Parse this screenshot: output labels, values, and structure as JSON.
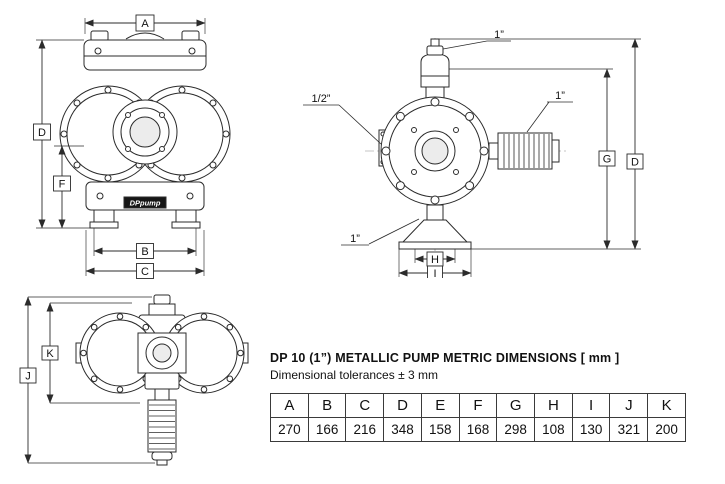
{
  "info": {
    "title": "DP 10 (1”) METALLIC PUMP METRIC DIMENSIONS [ mm ]",
    "subtitle": "Dimensional tolerances ± 3 mm"
  },
  "table": {
    "headers": [
      "A",
      "B",
      "C",
      "D",
      "E",
      "F",
      "G",
      "H",
      "I",
      "J",
      "K"
    ],
    "values": [
      "270",
      "166",
      "216",
      "348",
      "158",
      "168",
      "298",
      "108",
      "130",
      "321",
      "200"
    ]
  },
  "front_view": {
    "dim_a": "A",
    "dim_d": "D",
    "dim_f": "F",
    "dim_b": "B",
    "dim_c": "C",
    "brand": "DPpump"
  },
  "side_view": {
    "port_top": "1”",
    "port_side": "1/2”",
    "port_right": "1”",
    "port_bottom": "1”",
    "dim_h": "H",
    "dim_i": "I",
    "dim_g": "G",
    "dim_d": "D"
  },
  "top_view": {
    "dim_k": "K",
    "dim_j": "J"
  }
}
